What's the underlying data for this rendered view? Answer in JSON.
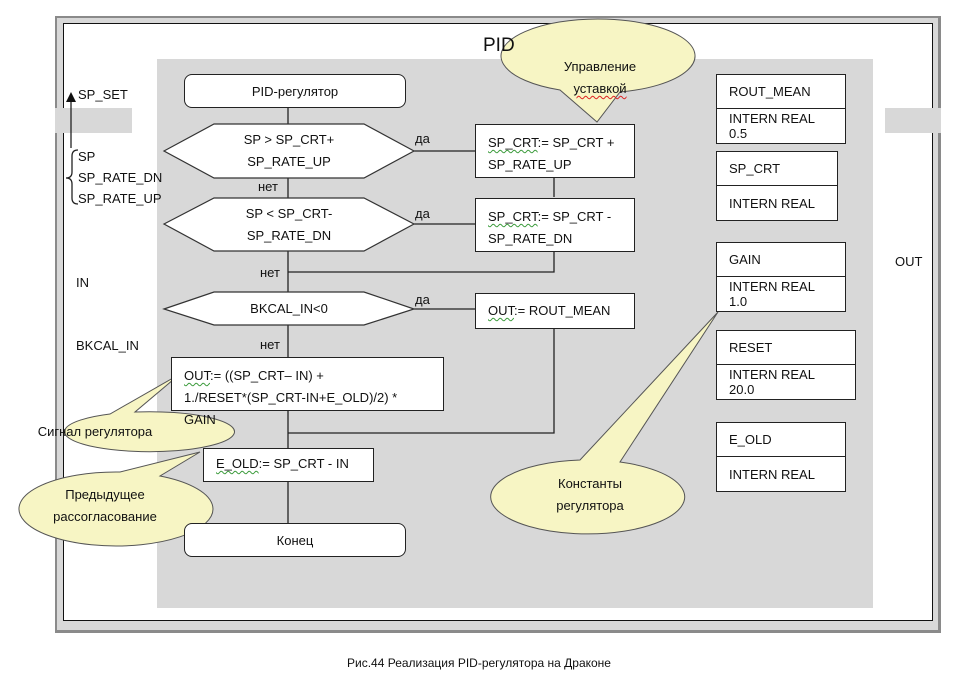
{
  "diagram": {
    "title": "PID",
    "caption": "Рис.44 Реализация PID-регулятора на Драконе",
    "inputs": {
      "sp_set": "SP_SET",
      "sp": "SP",
      "sp_rate_dn": "SP_RATE_DN",
      "sp_rate_up": "SP_RATE_UP",
      "in": "IN",
      "bkcal_in": "BKCAL_IN"
    },
    "outputs": {
      "out": "OUT"
    },
    "flow": {
      "start": "PID-регулятор",
      "end": "Конец",
      "cond1": {
        "line1": "SP > SP_CRT+",
        "line2": "SP_RATE_UP",
        "yes": "да",
        "no": "нет"
      },
      "cond2": {
        "line1": "SP < SP_CRT-",
        "line2": "SP_RATE_DN",
        "yes": "да",
        "no": "нет"
      },
      "cond3": {
        "line1": "BKCAL_IN<0",
        "yes": "да",
        "no": "нет"
      },
      "action1": {
        "lhs": "SP_CRT",
        "op": ":= SP_CRT +",
        "line2": "SP_RATE_UP"
      },
      "action2": {
        "lhs": "SP_CRT",
        "op": ":= SP_CRT -",
        "line2": "SP_RATE_DN"
      },
      "action3": {
        "lhs": "OUT",
        "op": ":= ROUT_MEAN"
      },
      "action4": {
        "lhs": "OUT",
        "op": ":= ((SP_CRT– IN)  +",
        "line2": "1./RESET*(SP_CRT-IN+E_OLD)/2) * GAIN"
      },
      "action5": {
        "lhs": "E_OLD",
        "op": ":= SP_CRT - IN"
      }
    },
    "variables": [
      {
        "name": "ROUT_MEAN",
        "decl": "INTERN REAL 0.5"
      },
      {
        "name": "SP_CRT",
        "decl": "INTERN REAL"
      },
      {
        "name": "GAIN",
        "decl": "INTERN REAL 1.0"
      },
      {
        "name": "RESET",
        "decl": "INTERN REAL 20.0"
      },
      {
        "name": "E_OLD",
        "decl": "INTERN REAL"
      }
    ],
    "callouts": {
      "setpoint": {
        "line1": "Управление",
        "line2": "уставкой"
      },
      "signal": {
        "line1": "Сигнал регулятора"
      },
      "prev_error": {
        "line1": "Предыдущее",
        "line2": "рассогласование"
      },
      "constants": {
        "line1": "Константы",
        "line2": "регулятора"
      }
    },
    "colors": {
      "frame_gray": "#d8d8d8",
      "frame_border": "#8a8a8a",
      "callout_fill": "#f7f5c4",
      "line": "#222222"
    }
  }
}
